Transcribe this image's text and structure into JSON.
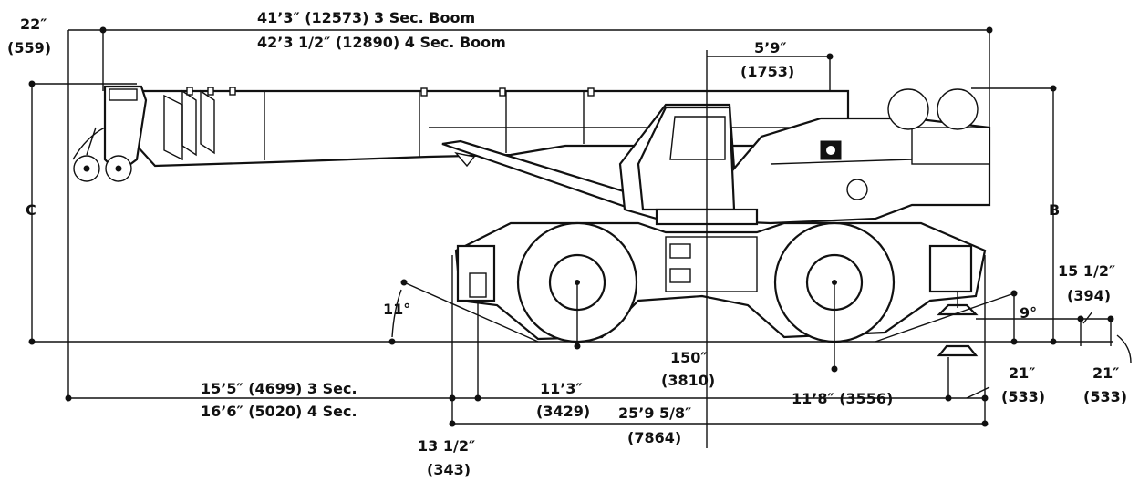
{
  "labels": {
    "boom_length_3": "41’3″ (12573) 3 Sec. Boom",
    "boom_length_4": "42’3 1/2″ (12890) 4 Sec. Boom",
    "tip_offset": "22″",
    "tip_offset_mm": "(559)",
    "cab_offset": "5’9″",
    "cab_offset_mm": "(1753)",
    "height_c": "C",
    "height_b": "B",
    "approach_angle": "11°",
    "departure_angle": "9°",
    "rear_clearance": "15 1/2″",
    "rear_clearance_mm": "(394)",
    "wheelbase": "150″",
    "wheelbase_mm": "(3810)",
    "overhang_3": "15’5″ (4699) 3 Sec.",
    "overhang_4": "16’6″ (5020) 4 Sec.",
    "front_to_center": "11’3″",
    "front_to_center_mm": "(3429)",
    "center_to_outrigger": "11’8″ (3556)",
    "outrigger_21a": "21″",
    "outrigger_21a_mm": "(533)",
    "outrigger_21b": "21″",
    "outrigger_21b_mm": "(533)",
    "overall_length": "25’9 5/8″",
    "overall_length_mm": "(7864)",
    "front_overhang": "13 1/2″",
    "front_overhang_mm": "(343)"
  }
}
